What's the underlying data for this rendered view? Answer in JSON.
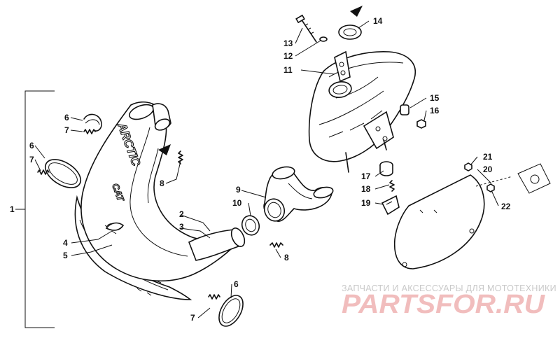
{
  "callouts": {
    "c1": "1",
    "c2": "2",
    "c3": "3",
    "c4": "4",
    "c5": "5",
    "c6a": "6",
    "c7a": "7",
    "c6b": "6",
    "c7b": "7",
    "c8a": "8",
    "c9": "9",
    "c10": "10",
    "c8b": "8",
    "c6c": "6",
    "c7c": "7",
    "c11": "11",
    "c12": "12",
    "c13": "13",
    "c14": "14",
    "c15": "15",
    "c16": "16",
    "c17": "17",
    "c18": "18",
    "c19": "19",
    "c20": "20",
    "c21": "21",
    "c22": "22"
  },
  "pipe_brand": {
    "line1": "ARCTIC",
    "line2": "CAT"
  },
  "watermark": {
    "tagline": "ЗАПЧАСТИ И АКСЕССУАРЫ ДЛЯ МОТОТЕХНИКИ",
    "logo": "PARTSFOR.RU",
    "color": "#e8a0a0"
  }
}
